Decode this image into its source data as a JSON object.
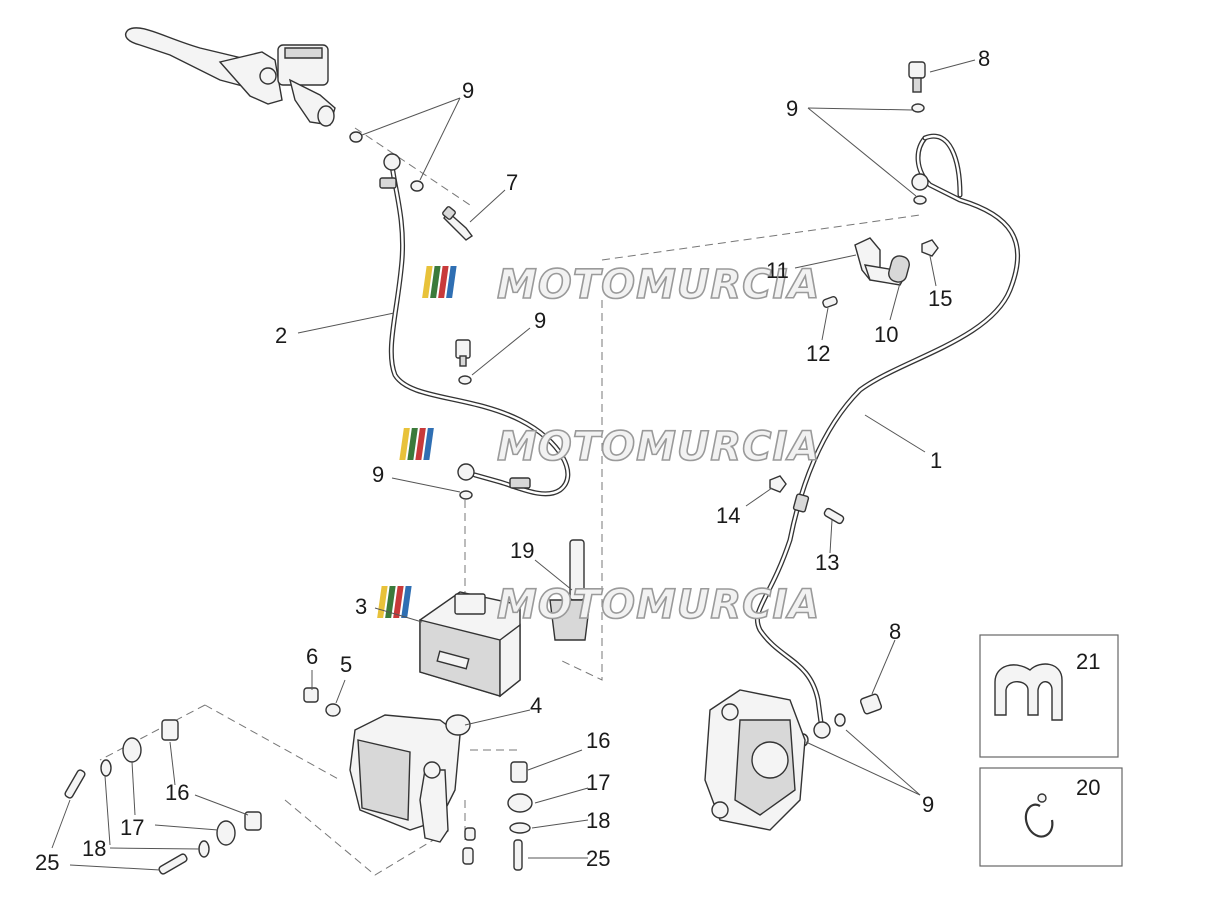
{
  "watermark": {
    "text": "MOTOMURCIA",
    "colors": [
      "#e8c23a",
      "#3b7a3b",
      "#c83a3a",
      "#2f6fb3"
    ]
  },
  "callouts": {
    "c1": "1",
    "c2": "2",
    "c3": "3",
    "c4": "4",
    "c5": "5",
    "c6": "6",
    "c7": "7",
    "c8a": "8",
    "c8b": "8",
    "c9a": "9",
    "c9b": "9",
    "c9c": "9",
    "c9d": "9",
    "c9e": "9",
    "c10": "10",
    "c11": "11",
    "c12": "12",
    "c13": "13",
    "c14": "14",
    "c15": "15",
    "c16a": "16",
    "c16b": "16",
    "c17a": "17",
    "c17b": "17",
    "c18a": "18",
    "c18b": "18",
    "c19": "19",
    "c20": "20",
    "c21": "21",
    "c25a": "25",
    "c25b": "25"
  }
}
